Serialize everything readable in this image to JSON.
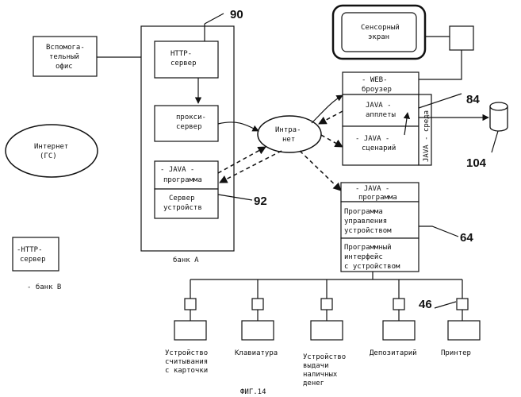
{
  "figure_caption": "ФИГ.14",
  "aux_office": [
    "Вспомога-",
    "тельный",
    "офис"
  ],
  "internet": [
    "Интернет",
    "(ГС)"
  ],
  "bank_a": {
    "label": "банк А",
    "http_server": [
      "HTTP-",
      "сервер"
    ],
    "proxy_server": [
      "прокси-",
      "сервер"
    ],
    "java_program": [
      "- JAVA -",
      "программа"
    ],
    "device_server": [
      "Сервер",
      "устройств"
    ]
  },
  "intranet": [
    "Интра-",
    "нет"
  ],
  "bank_b": {
    "server": [
      "-HTTP-",
      "сервер"
    ],
    "label": "- банк В"
  },
  "touch_screen": [
    "Сенсорный",
    "экран"
  ],
  "web_browser": [
    "- WEB-",
    "броузер"
  ],
  "java_applets": [
    "JAVA -",
    "апплеты"
  ],
  "java_script": [
    "- JAVA -",
    "сценарий"
  ],
  "java_env": "JAVA - среда",
  "java_program2": [
    "- JAVA -",
    "программа"
  ],
  "device_mgmt": [
    "Программа",
    "управления",
    "устройством"
  ],
  "device_interface": [
    "Программный",
    "интерфейс",
    "с устройством"
  ],
  "devices": [
    [
      "Устройство",
      "считывания",
      "с карточки"
    ],
    [
      "Клавиатура"
    ],
    [
      "Устройство",
      "выдачи",
      "наличных",
      "денег"
    ],
    [
      "Депозитарий"
    ],
    [
      "Принтер"
    ]
  ],
  "refs": {
    "r90": "90",
    "r92": "92",
    "r84": "84",
    "r104": "104",
    "r64": "64",
    "r46": "46"
  }
}
